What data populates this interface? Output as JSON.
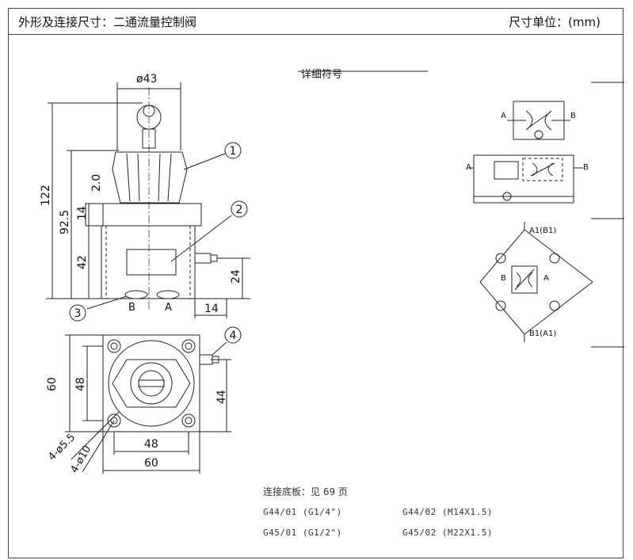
{
  "header": {
    "title": "外形及连接尺寸：二通流量控制阀",
    "units": "尺寸单位：(mm)"
  },
  "side_view": {
    "dims": {
      "d43": "ø43",
      "h122": "122",
      "h92_5": "92.5",
      "h2_0": "2.0",
      "h14": "14",
      "h42": "42",
      "h24": "24",
      "w14": "14"
    },
    "ports": {
      "b": "B",
      "a": "A"
    },
    "callouts": {
      "c1": "1",
      "c2": "2",
      "c3": "3"
    }
  },
  "top_view": {
    "dims": {
      "h60": "60",
      "h48": "48",
      "h44": "44",
      "w48": "48",
      "w60": "60",
      "holes1": "4-ø5.5",
      "holes2": "4-ø10"
    },
    "callouts": {
      "c4": "4"
    }
  },
  "symbol_panel": {
    "header_partial": "详细符号",
    "labels": {
      "a1": "A",
      "b1": "B",
      "a2": "A",
      "b2": "B",
      "a3": "A",
      "b3": "B",
      "top_port": "A1(B1)",
      "bottom_port": "B1(A1)"
    }
  },
  "notes": {
    "subplate": "连接底板：见 69 页",
    "items": [
      "G44/01 (G1/4\")",
      "G44/02 (M14X1.5)",
      "G45/01 (G1/2\")",
      "G45/02 (M22X1.5)"
    ]
  }
}
